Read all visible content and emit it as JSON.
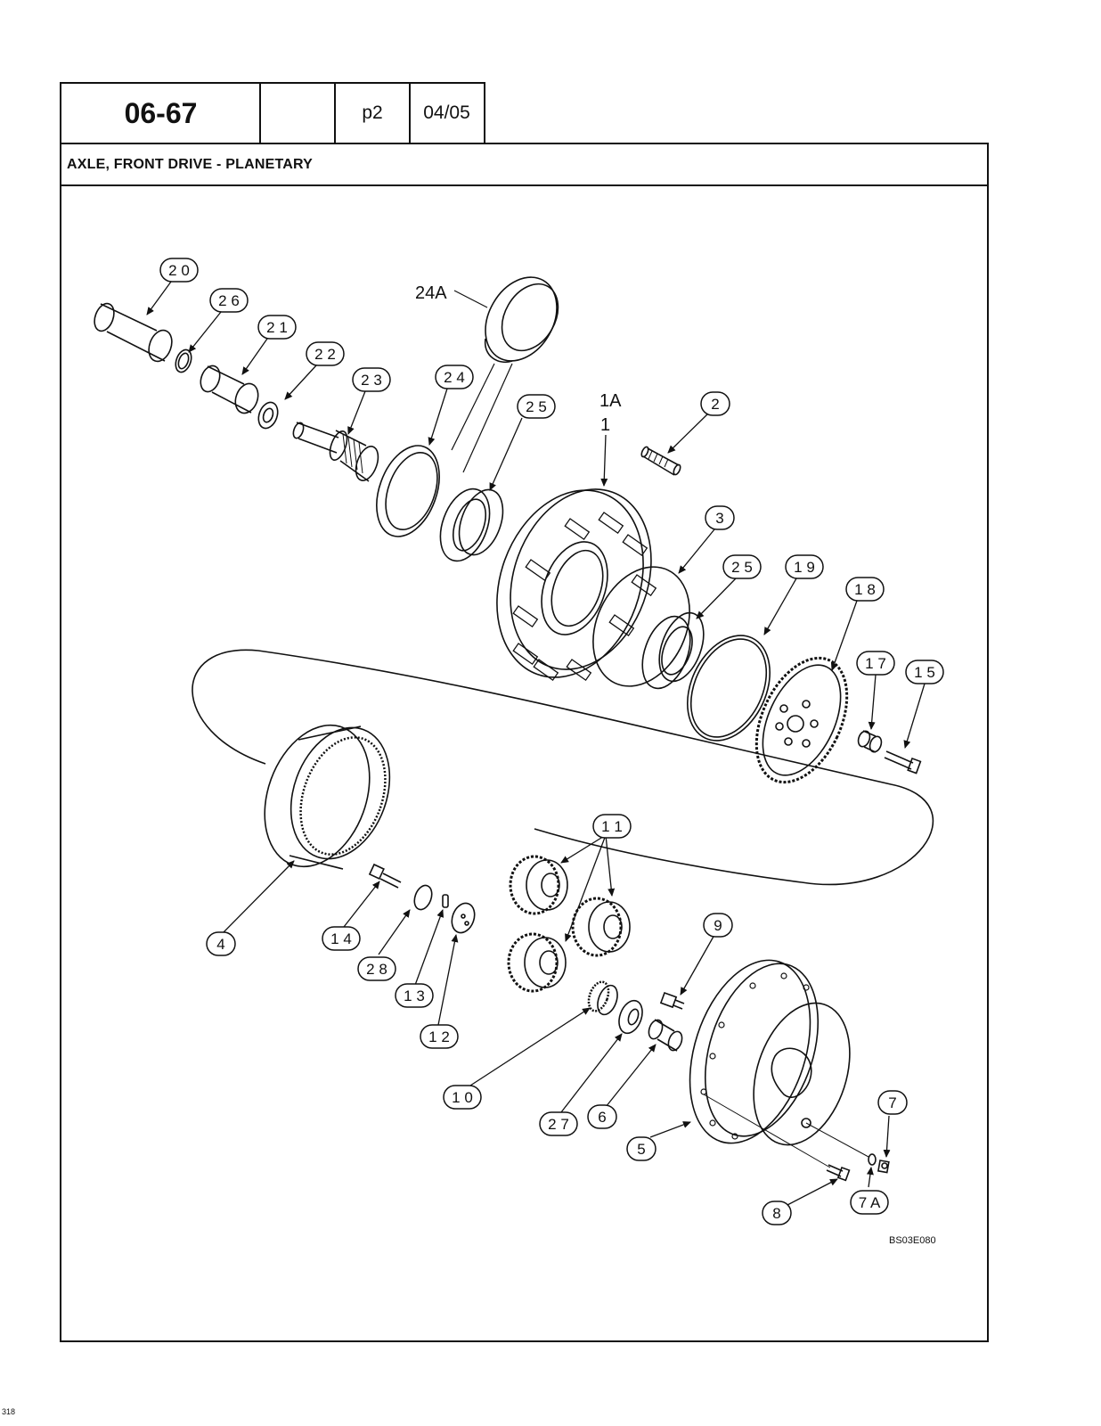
{
  "header": {
    "code": "06-67",
    "blank": "",
    "page": "p2",
    "date": "04/05"
  },
  "title": "AXLE, FRONT DRIVE - PLANETARY",
  "diagram": {
    "reference_code": "BS03E080",
    "callouts": [
      {
        "id": "c20",
        "label": "2 0"
      },
      {
        "id": "c26",
        "label": "2 6"
      },
      {
        "id": "c21",
        "label": "2 1"
      },
      {
        "id": "c22",
        "label": "2 2"
      },
      {
        "id": "c23",
        "label": "2 3"
      },
      {
        "id": "c24",
        "label": "2 4"
      },
      {
        "id": "c25a",
        "label": "2 5"
      },
      {
        "id": "c2",
        "label": "2"
      },
      {
        "id": "c3",
        "label": "3"
      },
      {
        "id": "c25b",
        "label": "2 5"
      },
      {
        "id": "c19",
        "label": "1 9"
      },
      {
        "id": "c18",
        "label": "1 8"
      },
      {
        "id": "c17",
        "label": "1 7"
      },
      {
        "id": "c15",
        "label": "1 5"
      },
      {
        "id": "c11",
        "label": "1 1"
      },
      {
        "id": "c9",
        "label": "9"
      },
      {
        "id": "c4",
        "label": "4"
      },
      {
        "id": "c14",
        "label": "1 4"
      },
      {
        "id": "c28",
        "label": "2 8"
      },
      {
        "id": "c13",
        "label": "1 3"
      },
      {
        "id": "c12",
        "label": "1 2"
      },
      {
        "id": "c10",
        "label": "1 0"
      },
      {
        "id": "c27",
        "label": "2 7"
      },
      {
        "id": "c6",
        "label": "6"
      },
      {
        "id": "c5",
        "label": "5"
      },
      {
        "id": "c7",
        "label": "7"
      },
      {
        "id": "c7a",
        "label": "7 A"
      },
      {
        "id": "c8",
        "label": "8"
      }
    ],
    "plain_labels": [
      {
        "id": "l24a",
        "label": "24A"
      },
      {
        "id": "l1a",
        "label": "1A"
      },
      {
        "id": "l1",
        "label": "1"
      }
    ]
  },
  "footer": {
    "page_number": "318"
  }
}
